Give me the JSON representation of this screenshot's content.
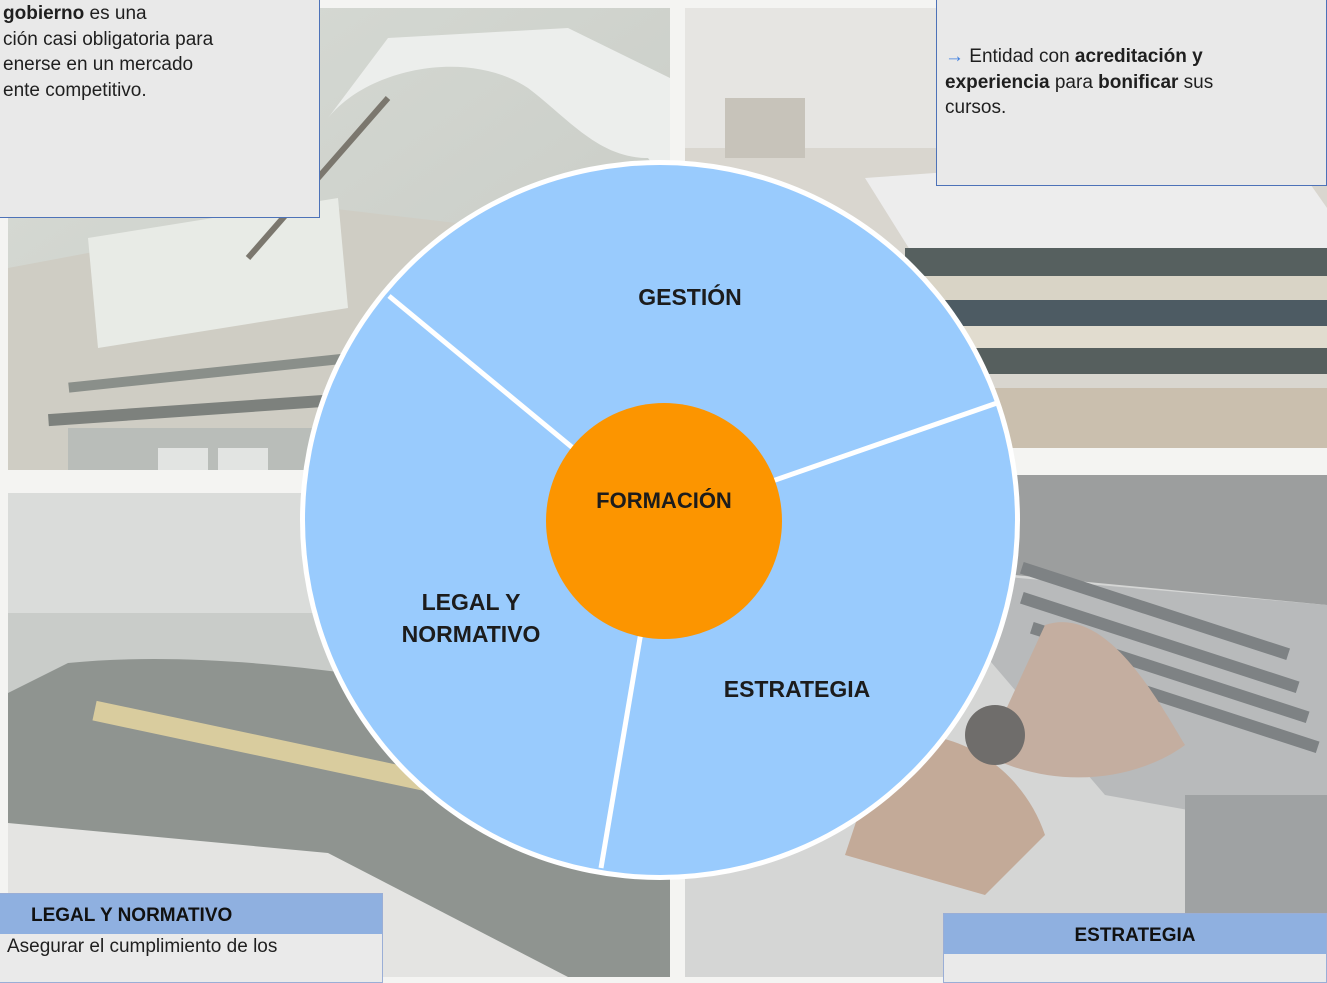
{
  "top_left_box": {
    "line1_bold": "gobierno",
    "line1_rest": " es una",
    "line2": "ción casi obligatoria para",
    "line3": "enerse en un mercado",
    "line4": "ente competitivo."
  },
  "top_right_box": {
    "arrow": "→",
    "text1": " Entidad con ",
    "bold1": "acreditación y",
    "bold2": "experiencia",
    "text2": " para ",
    "bold3": "bonificar",
    "text3": " sus",
    "line3": "cursos."
  },
  "wheel": {
    "center": "FORMACIÓN",
    "segments": [
      "GESTIÓN",
      "ESTRATEGIA",
      "LEGAL Y NORMATIVO"
    ],
    "legal_line1": "LEGAL Y",
    "legal_line2": "NORMATIVO",
    "colors": {
      "segment": "#99cbfd",
      "center": "#fc9500",
      "divider": "#ffffff"
    }
  },
  "bottom_left_box": {
    "header": "LEGAL Y NORMATIVO",
    "body": "Asegurar el cumplimiento de los"
  },
  "bottom_right_box": {
    "header": "ESTRATEGIA"
  },
  "colors": {
    "box_border": "#4d72b8",
    "header_fill": "#8fb0e0",
    "arrow": "#3f7fe0"
  }
}
